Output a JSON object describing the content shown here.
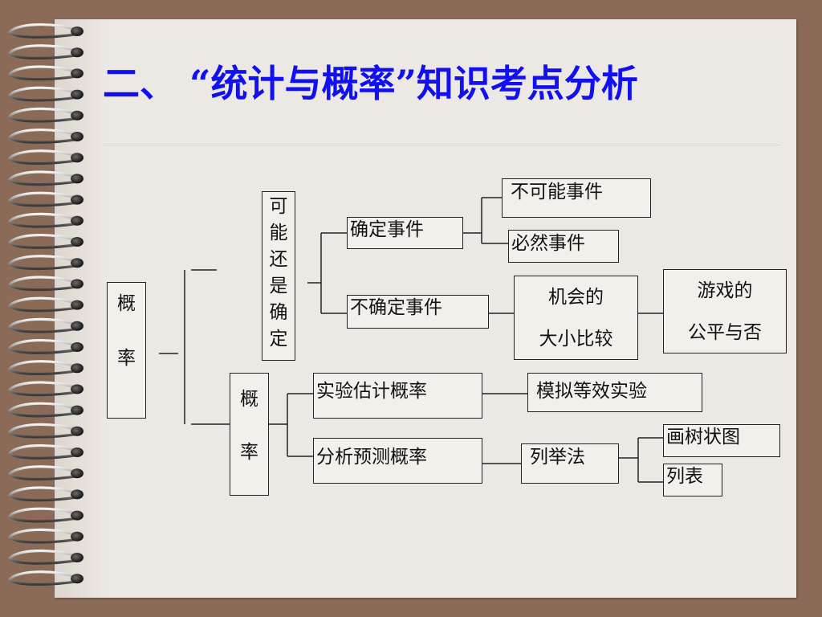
{
  "title": "二、 “统计与概率”知识考点分析",
  "diagram": {
    "root": [
      "概",
      "率"
    ],
    "possible_or_certain": [
      "可",
      "能",
      "还",
      "是",
      "确",
      "定"
    ],
    "certain_event": "确定事件",
    "impossible_event": "不可能事件",
    "inevitable_event": "必然事件",
    "uncertain_event": "不确定事件",
    "chance_size": [
      "机会的",
      "大小比较"
    ],
    "game_fairness": [
      "游戏的",
      "公平与否"
    ],
    "probability": [
      "概",
      "率"
    ],
    "experiment_estimate": "实验估计概率",
    "simulate_experiment": "模拟等效实验",
    "analysis_predict": "分析预测概率",
    "enumeration": "列举法",
    "tree_diagram": "画树状图",
    "table_list": "列表"
  },
  "colors": {
    "title": "#1010f0",
    "background": "#8b6b58",
    "page": "#ece8e3",
    "box_border": "#222222"
  }
}
